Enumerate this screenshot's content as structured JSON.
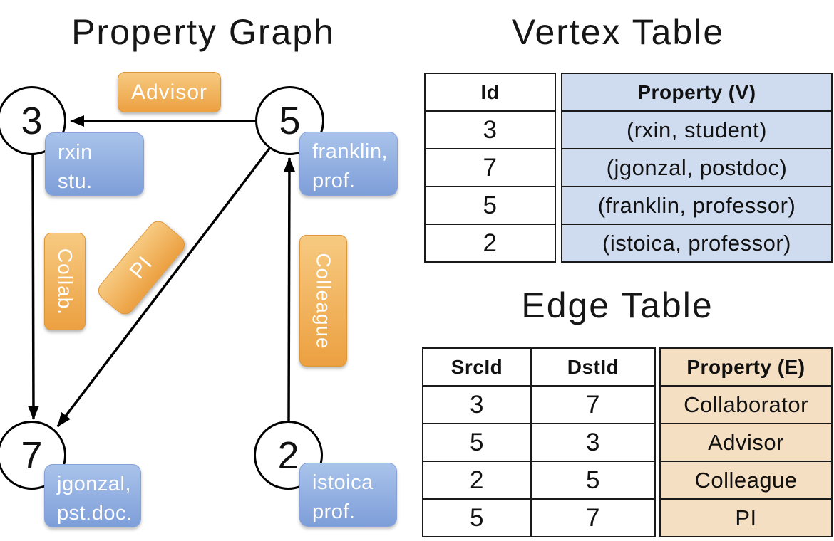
{
  "graph": {
    "title": "Property Graph",
    "vertices": [
      {
        "id": "3",
        "label_line1": "rxin",
        "label_line2": "stu."
      },
      {
        "id": "5",
        "label_line1": "franklin,",
        "label_line2": "prof."
      },
      {
        "id": "7",
        "label_line1": "jgonzal,",
        "label_line2": "pst.doc."
      },
      {
        "id": "2",
        "label_line1": "istoica",
        "label_line2": "prof."
      }
    ],
    "edges": [
      {
        "label": "Advisor"
      },
      {
        "label": "Collab."
      },
      {
        "label": "PI"
      },
      {
        "label": "Colleague"
      }
    ]
  },
  "vertex_table": {
    "title": "Vertex Table",
    "columns": [
      "Id",
      "Property (V)"
    ],
    "rows": [
      [
        "3",
        "(rxin, student)"
      ],
      [
        "7",
        "(jgonzal, postdoc)"
      ],
      [
        "5",
        "(franklin, professor)"
      ],
      [
        "2",
        "(istoica, professor)"
      ]
    ]
  },
  "edge_table": {
    "title": "Edge Table",
    "columns": [
      "SrcId",
      "DstId",
      "Property (E)"
    ],
    "rows": [
      [
        "3",
        "7",
        "Collaborator"
      ],
      [
        "5",
        "3",
        "Advisor"
      ],
      [
        "2",
        "5",
        "Colleague"
      ],
      [
        "5",
        "7",
        "PI"
      ]
    ]
  },
  "colors": {
    "vertex_property_fill": "#cfdcf0",
    "edge_property_fill": "#f5dfc3",
    "vertex_box_gradient_top": "#a9c3ea",
    "vertex_box_gradient_bottom": "#7e9ed9",
    "edge_box_gradient_top": "#f7ca81",
    "edge_box_gradient_bottom": "#eca041",
    "line_color": "#000000",
    "table_border": "#1a1a1a"
  }
}
